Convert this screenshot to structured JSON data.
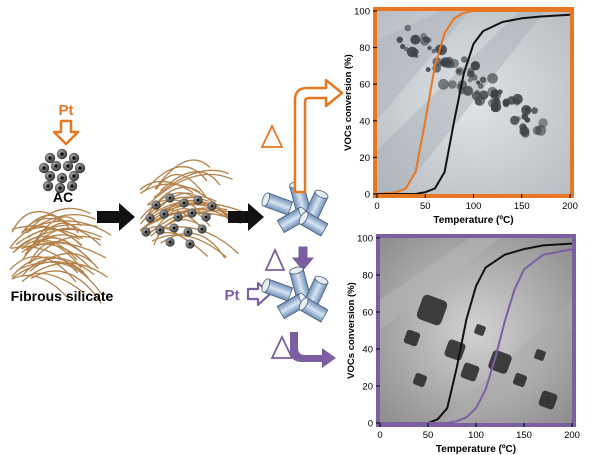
{
  "colors": {
    "orange": "#e87722",
    "purple": "#7b5fa0",
    "fiber": "#b5824a",
    "black": "#111111",
    "cylinder": "#9db8d8"
  },
  "left_panel": {
    "pt_top": "Pt",
    "ac_label": "AC",
    "fibrous_label": "Fibrous silicate",
    "pt_bottom": "Pt",
    "delta_symbol": "△"
  },
  "chart_data": [
    {
      "type": "line",
      "title": "",
      "xlabel": "Temperature (ºC)",
      "ylabel": "VOCs conversion (%)",
      "xlim": [
        0,
        200
      ],
      "ylim": [
        0,
        100
      ],
      "xticks": [
        "0",
        "50",
        "100",
        "150",
        "200"
      ],
      "yticks": [
        "0",
        "20",
        "40",
        "60",
        "80",
        "100"
      ],
      "frame_color": "orange",
      "series": [
        {
          "color": "orange",
          "x": [
            0,
            20,
            30,
            40,
            50,
            60,
            70,
            80,
            90,
            100,
            200
          ],
          "y": [
            0,
            1,
            3,
            12,
            40,
            70,
            88,
            96,
            99,
            100,
            100
          ]
        },
        {
          "color": "black",
          "x": [
            0,
            40,
            50,
            60,
            70,
            80,
            90,
            100,
            110,
            130,
            150,
            170,
            200
          ],
          "y": [
            0,
            0,
            1,
            3,
            12,
            40,
            66,
            82,
            89,
            94,
            96,
            97,
            98
          ]
        }
      ]
    },
    {
      "type": "line",
      "title": "",
      "xlabel": "Temperature (ºC)",
      "ylabel": "VOCs conversion (%)",
      "xlim": [
        0,
        200
      ],
      "ylim": [
        0,
        100
      ],
      "xticks": [
        "0",
        "50",
        "100",
        "150",
        "200"
      ],
      "yticks": [
        "0",
        "20",
        "40",
        "60",
        "80",
        "100"
      ],
      "frame_color": "purple",
      "series": [
        {
          "color": "black",
          "x": [
            0,
            50,
            60,
            70,
            80,
            90,
            100,
            110,
            130,
            150,
            170,
            200
          ],
          "y": [
            0,
            0,
            2,
            8,
            30,
            56,
            74,
            84,
            91,
            94,
            96,
            97
          ]
        },
        {
          "color": "purple",
          "x": [
            0,
            70,
            80,
            90,
            100,
            110,
            120,
            130,
            140,
            150,
            170,
            200
          ],
          "y": [
            0,
            0,
            1,
            3,
            8,
            18,
            35,
            55,
            72,
            83,
            91,
            94
          ]
        }
      ]
    }
  ]
}
